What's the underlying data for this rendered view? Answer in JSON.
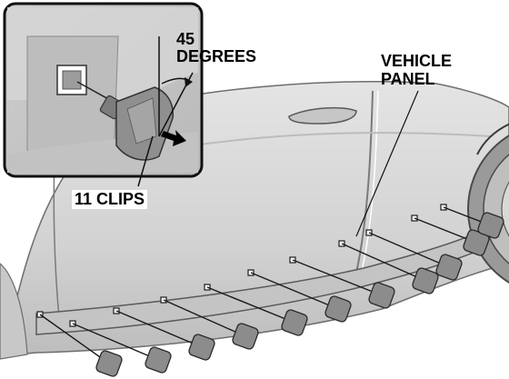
{
  "labels": {
    "angle_line1": "45",
    "angle_line2": "DEGREES",
    "panel_line1": "VEHICLE",
    "panel_line2": "PANEL",
    "clips": "11 CLIPS"
  },
  "colors": {
    "body": "#d4d4d4",
    "body_dark": "#9a9a9a",
    "clip": "#8c8c8c",
    "line": "#1a1a1a",
    "arrow": "#000000"
  },
  "icons": [
    "clip-icon",
    "push-arrow-icon",
    "rotation-arrow-icon"
  ]
}
